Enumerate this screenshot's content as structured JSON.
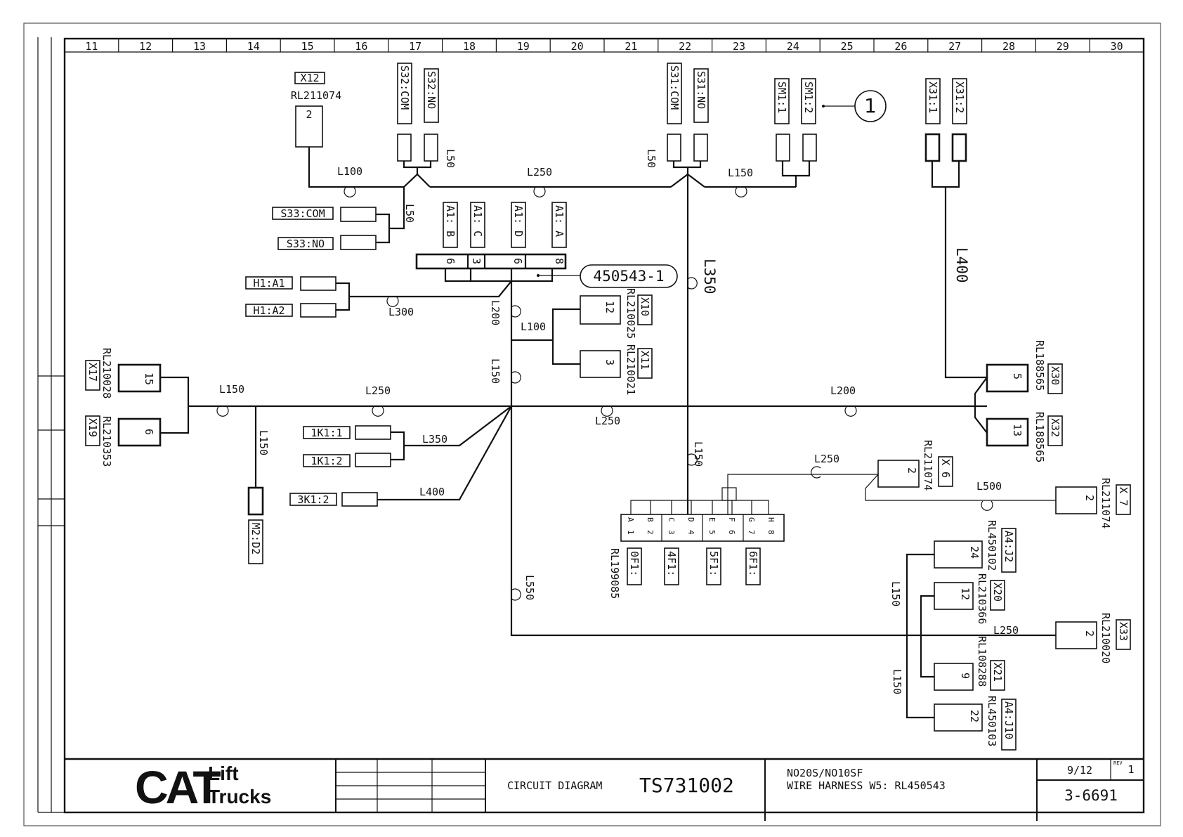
{
  "grid_columns": [
    "11",
    "12",
    "13",
    "14",
    "15",
    "16",
    "17",
    "18",
    "19",
    "20",
    "21",
    "22",
    "23",
    "24",
    "25",
    "26",
    "27",
    "28",
    "29",
    "30"
  ],
  "title_block": {
    "brand_mark": "CAT",
    "brand_lift": "Lift",
    "brand_trucks": "Trucks",
    "doc_type": "CIRCUIT DIAGRAM",
    "doc_number": "TS731002",
    "model": "NO20S/NO10SF",
    "harness": "WIRE HARNESS W5: RL450543",
    "sheet": "9/12",
    "rev_label": "REV",
    "rev": "1",
    "drawing_number": "3-6691"
  },
  "connectors": {
    "x12": {
      "tag": "X12",
      "part": "RL211074",
      "pin": "2"
    },
    "s32_com": "S32:COM",
    "s32_no": "S32:NO",
    "s31_com": "S31:COM",
    "s31_no": "S31:NO",
    "sm1_1": "SM1:1",
    "sm1_2": "SM1:2",
    "x31_1": "X31:1",
    "x31_2": "X31:2",
    "s33_com": "S33:COM",
    "s33_no": "S33:NO",
    "a1_b": "A1: B",
    "a1_c": "A1: C",
    "a1_d": "A1: D",
    "a1_a": "A1: A",
    "a1_pins": [
      "6",
      "3",
      "6",
      "8"
    ],
    "splice_ref": "450543-1",
    "callout": "1",
    "h1_a1": "H1:A1",
    "h1_a2": "H1:A2",
    "x10": {
      "tag": "X10",
      "part": "RL210025",
      "pin": "12"
    },
    "x11": {
      "tag": "X11",
      "part": "RL210021",
      "pin": "3"
    },
    "x17": {
      "tag": "X17",
      "part": "RL210028",
      "pin": "15"
    },
    "x19": {
      "tag": "X19",
      "part": "RL210353",
      "pin": "6"
    },
    "x30": {
      "tag": "X30",
      "part": "RL188565",
      "pin": "5"
    },
    "x32": {
      "tag": "X32",
      "part": "RL188565",
      "pin": "13"
    },
    "k1_1": "1K1:1",
    "k1_2": "1K1:2",
    "k3_2": "3K1:2",
    "m2_d2": "M2:D2",
    "x6": {
      "tag": "X 6",
      "part": "RL211074",
      "pin": "2"
    },
    "x7": {
      "tag": "X 7",
      "part": "RL211074",
      "pin": "2"
    },
    "fuse_part": "RL199085",
    "fuse_letters": [
      "A",
      "B",
      "C",
      "D",
      "E",
      "F",
      "G",
      "H"
    ],
    "fuse_numbers": [
      "1",
      "2",
      "3",
      "4",
      "5",
      "6",
      "7",
      "8"
    ],
    "fuses": [
      "0F1:",
      "4F1:",
      "5F1:",
      "6F1:"
    ],
    "a4_j2": {
      "tag": "A4:J2",
      "part": "RL450102",
      "pin": "24"
    },
    "x20": {
      "tag": "X20",
      "part": "RL210366",
      "pin": "12"
    },
    "x21": {
      "tag": "X21",
      "part": "RL108288",
      "pin": "9"
    },
    "a4_j10": {
      "tag": "A4:J10",
      "part": "RL450103",
      "pin": "22"
    },
    "x33": {
      "tag": "X33",
      "part": "RL210020",
      "pin": "2"
    }
  },
  "lengths": {
    "top_l100": "L100",
    "top_l250": "L250",
    "top_l150": "L150",
    "s32_l50": "L50",
    "s31_l50": "L50",
    "s33_l50": "L50",
    "l350": "L350",
    "l400": "L400",
    "h1_l300": "L300",
    "l200_v": "L200",
    "x10_l100": "L100",
    "l150_v": "L150",
    "main_l150": "L150",
    "main_l250": "L250",
    "main_l250_b": "L250",
    "main_l200": "L200",
    "m2_l150": "L150",
    "k1_l350": "L350",
    "k3_l400": "L400",
    "fuse_l150": "L150",
    "x6_l250": "L250",
    "x7_l500": "L500",
    "l550": "L550",
    "x33_l250": "L250",
    "br_l150_a": "L150",
    "br_l150_b": "L150"
  }
}
